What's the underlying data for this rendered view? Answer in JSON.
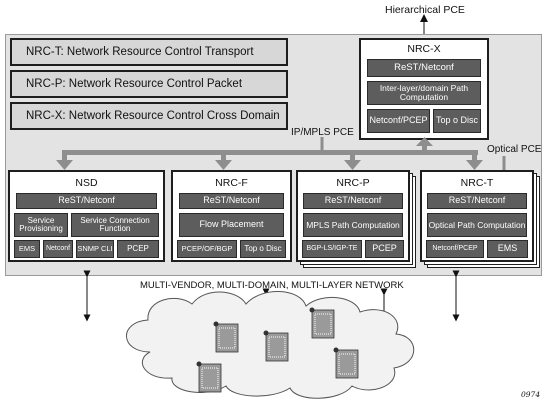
{
  "labels": {
    "hierarchical_pce": "Hierarchical PCE",
    "ipmpls_pce": "IP/MPLS PCE",
    "optical_pce": "Optical PCE",
    "network": "MULTI-VENDOR, MULTI-DOMAIN, MULTI-LAYER NETWORK",
    "figure_number": "0974"
  },
  "definitions": [
    "NRC-T: Network Resource Control Transport",
    "NRC-P: Network Resource Control Packet",
    "NRC-X: Network Resource Control Cross Domain"
  ],
  "nrcx": {
    "title": "NRC-X",
    "restconf": "ReST/Netconf",
    "path_computation": "Inter-layer/domain Path Computation",
    "netconf_pcep": "Netconf/PCEP",
    "topo_disc": "Top o Disc"
  },
  "nsd": {
    "title": "NSD",
    "restconf": "ReST/Netconf",
    "service_provisioning": "Service Provisioning",
    "service_connection": "Service Connection Function",
    "ems": "EMS",
    "netconf": "Netconf",
    "snmp_cli": "SNMP CLI",
    "pcep": "PCEP"
  },
  "nrcf": {
    "title": "NRC-F",
    "restconf": "ReST/Netconf",
    "flow_placement": "Flow Placement",
    "pcep_of_bgp": "PCEP/OF/BGP",
    "topo_disc": "Top o Disc"
  },
  "nrcp": {
    "title": "NRC-P",
    "restconf": "ReST/Netconf",
    "mpls_path": "MPLS Path Computation",
    "bgp_ls": "BGP-LS/IGP-TE",
    "pcep": "PCEP"
  },
  "nrct": {
    "title": "NRC-T",
    "restconf": "ReST/Netconf",
    "optical_path": "Optical Path Computation",
    "netconf_pcep": "Netconf/PCEP",
    "ems": "EMS"
  },
  "colors": {
    "arrow": "#8e8e8e",
    "panel": "#e3e3e3",
    "dark_box": "#5d5d5d",
    "def_box": "#d7d7d7"
  },
  "icons": [
    "router-icon",
    "arrow-icon",
    "cloud-icon"
  ]
}
